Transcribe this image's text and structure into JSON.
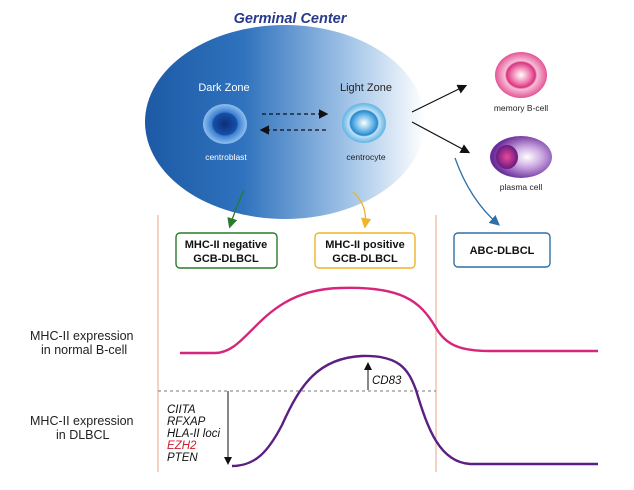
{
  "title": "Germinal Center",
  "zones": {
    "dark": {
      "label": "Dark Zone",
      "cell": "centroblast"
    },
    "light": {
      "label": "Light Zone",
      "cell": "centrocyte"
    }
  },
  "outputs": [
    {
      "label": "memory B-cell"
    },
    {
      "label": "plasma cell"
    }
  ],
  "boxes": [
    {
      "line1": "MHC-II negative",
      "line2": "GCB-DLBCL",
      "color": "#2a7a2a"
    },
    {
      "line1": "MHC-II positive",
      "line2": "GCB-DLBCL",
      "color": "#f0b429"
    },
    {
      "line1": "ABC-DLBCL",
      "line2": "",
      "color": "#2f6fa8"
    }
  ],
  "expression": {
    "normal": {
      "line1": "MHC-II expression",
      "line2": "in normal B-cell",
      "color": "#d6257a"
    },
    "dlbcl": {
      "line1": "MHC-II expression",
      "line2": "in DLBCL",
      "color": "#5b1e82"
    }
  },
  "annotations": {
    "up": "CD83",
    "down_genes": [
      {
        "text": "CIITA",
        "color": "#111111"
      },
      {
        "text": "RFXAP",
        "color": "#111111"
      },
      {
        "text": "HLA-II loci",
        "color": "#111111"
      },
      {
        "text": "EZH2",
        "color": "#c8202f"
      },
      {
        "text": "PTEN",
        "color": "#111111"
      }
    ]
  },
  "colors": {
    "gc_blue": "#1f5fa8",
    "divider": "#e8a58a",
    "dashed": "#777777"
  }
}
